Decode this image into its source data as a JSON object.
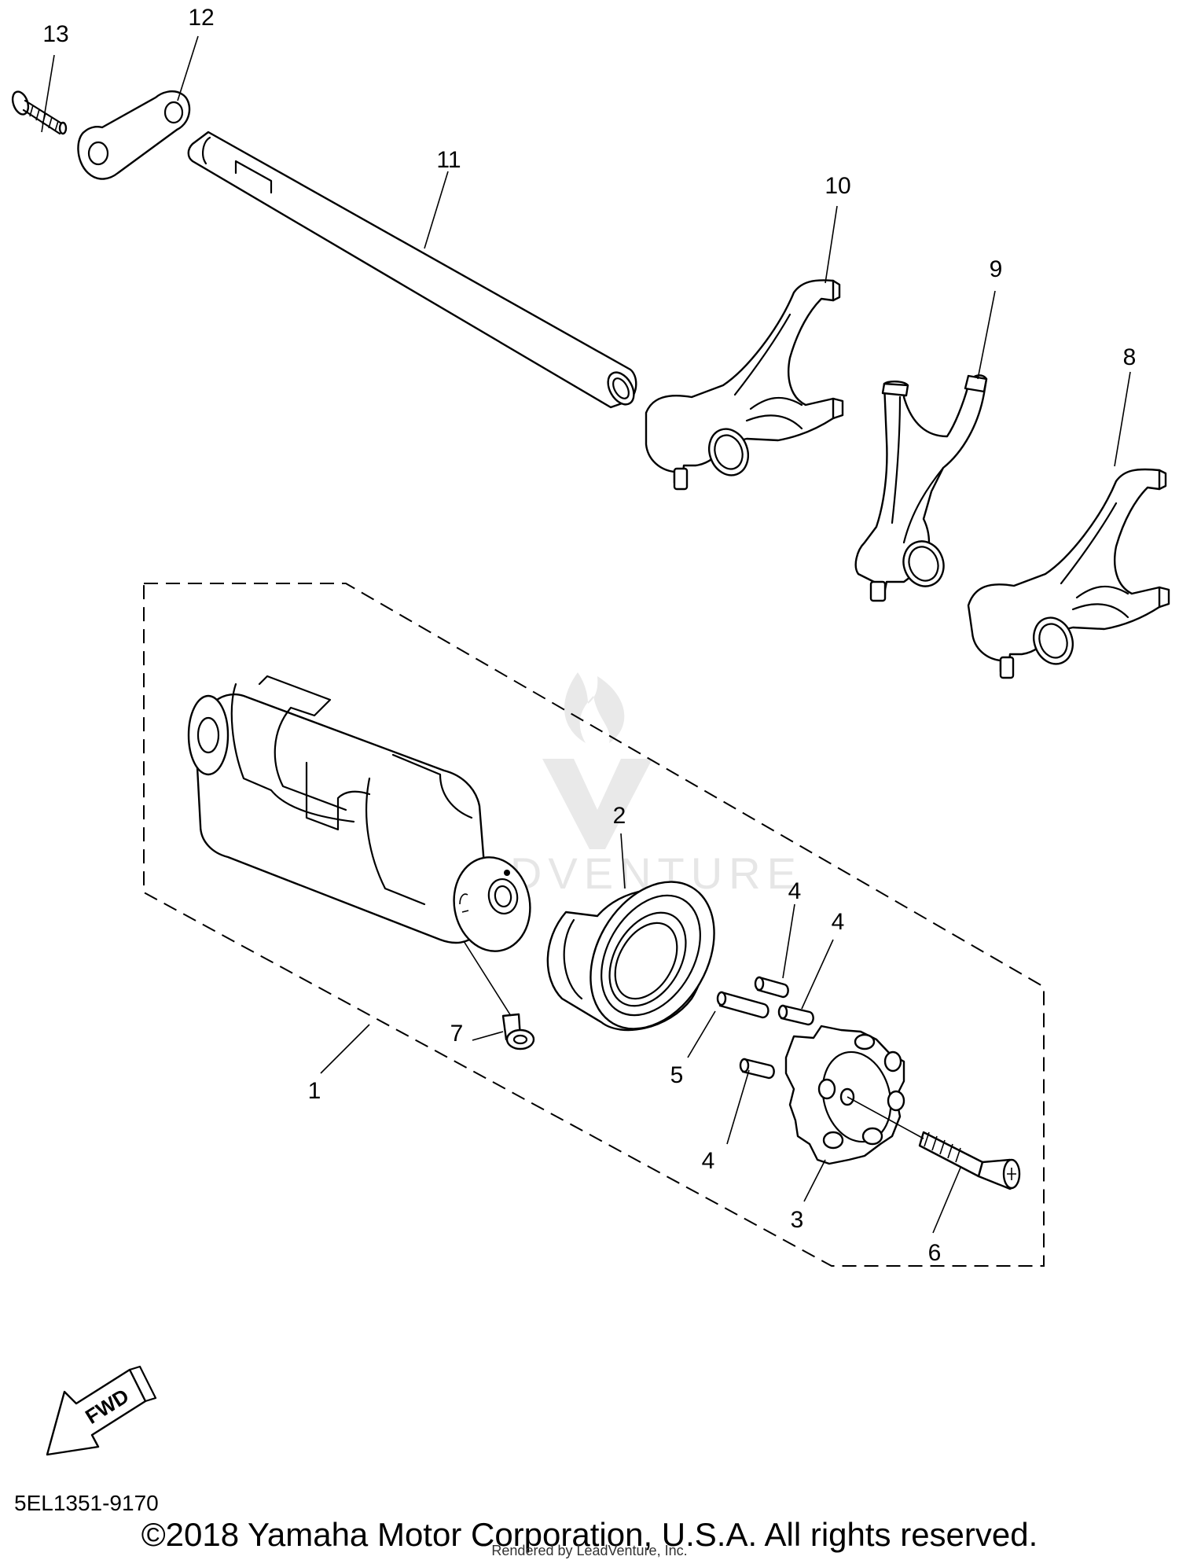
{
  "diagram": {
    "callouts": {
      "c1": "1",
      "c2": "2",
      "c3": "3",
      "c4a": "4",
      "c4b": "4",
      "c4c": "4",
      "c5": "5",
      "c6": "6",
      "c7": "7",
      "c8": "8",
      "c9": "9",
      "c10": "10",
      "c11": "11",
      "c12": "12",
      "c13": "13"
    },
    "fwd_label": "FWD",
    "watermark": "LEADVENTURE",
    "ref_code": "5EL1351-9170"
  },
  "footer": {
    "copyright": "©2018 Yamaha Motor Corporation, U.S.A. All rights reserved.",
    "rendered_by": "Rendered by LeadVenture, Inc."
  }
}
